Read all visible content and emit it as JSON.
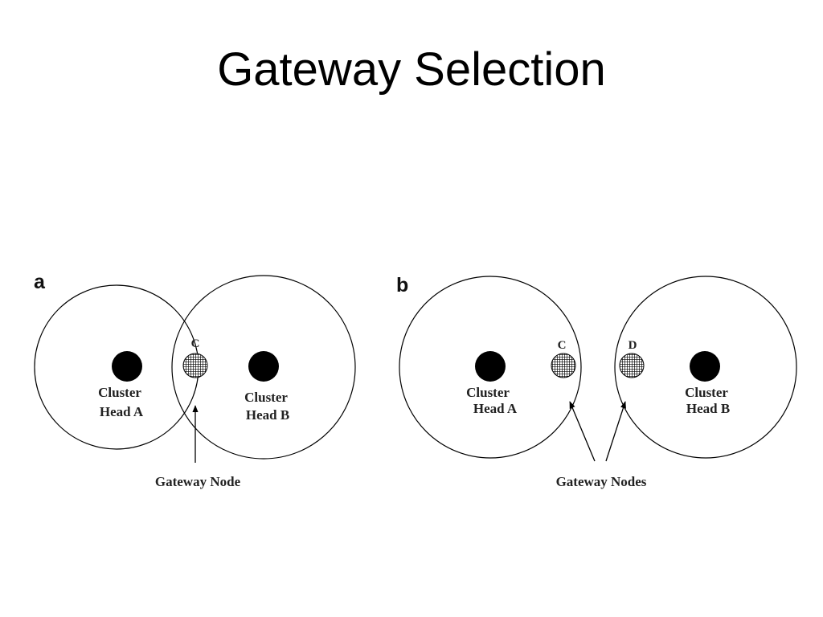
{
  "title": "Gateway Selection",
  "panel_a": {
    "label": "a",
    "head_a": [
      "Cluster",
      "Head A"
    ],
    "head_b": [
      "Cluster",
      "Head B"
    ],
    "gateway_letter": "C",
    "caption": "Gateway Node"
  },
  "panel_b": {
    "label": "b",
    "head_a": [
      "Cluster",
      "Head A"
    ],
    "head_b": [
      "Cluster",
      "Head B"
    ],
    "gateway_letter_c": "C",
    "gateway_letter_d": "D",
    "caption": "Gateway Nodes"
  }
}
